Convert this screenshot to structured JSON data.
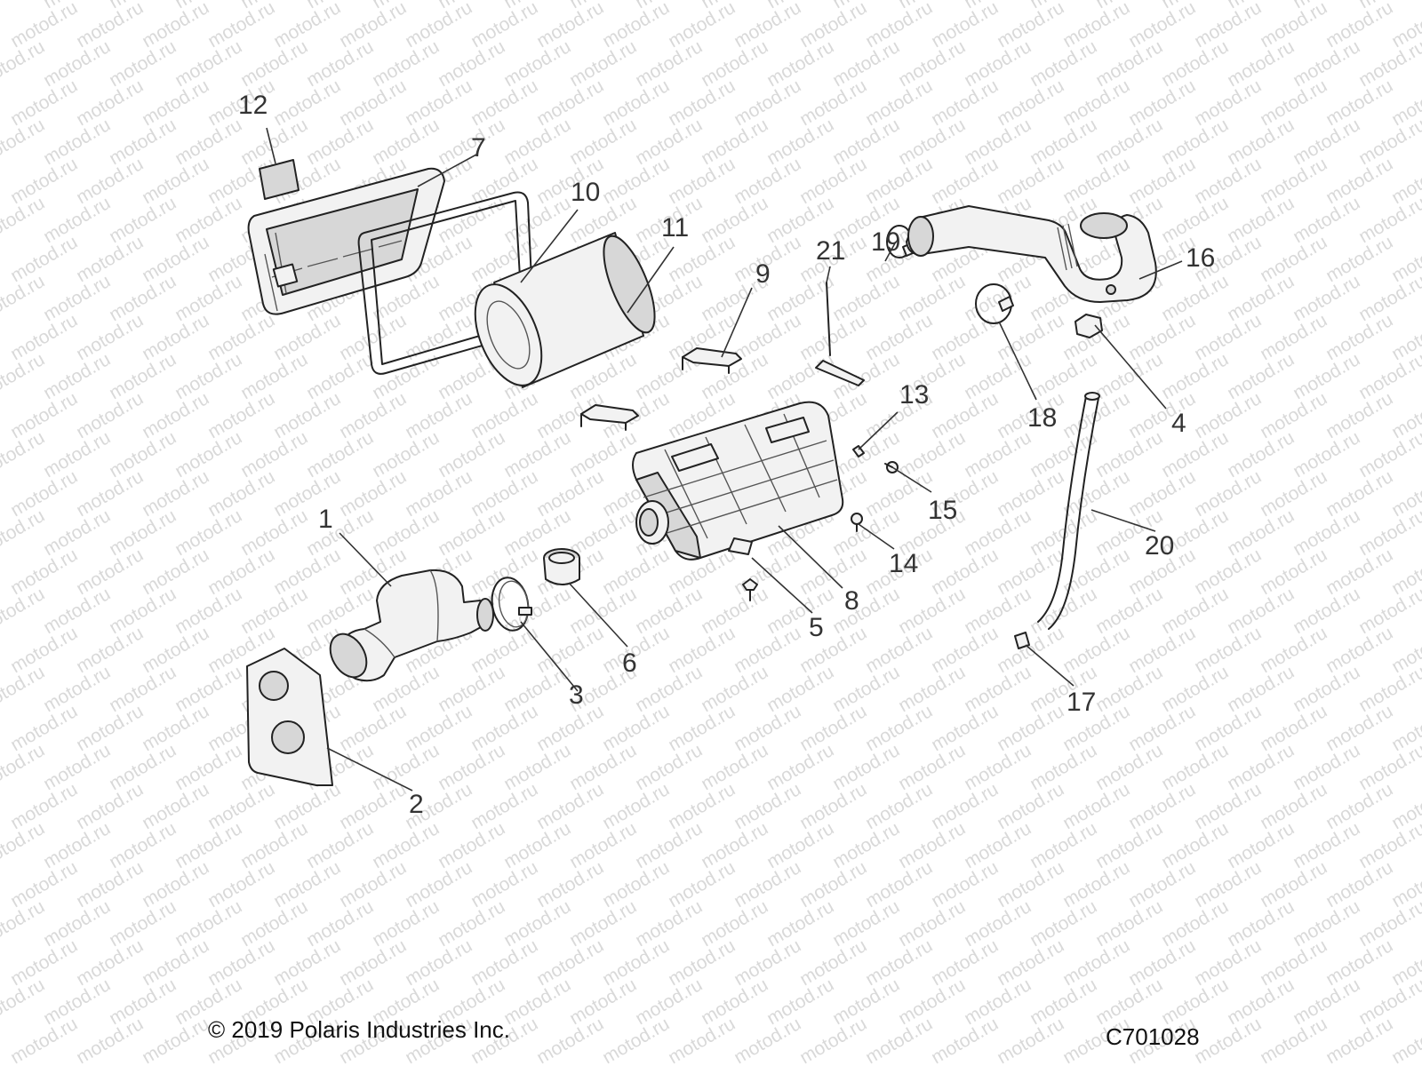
{
  "watermark": {
    "text": "motod.ru"
  },
  "callouts": [
    {
      "id": "1",
      "label": "1"
    },
    {
      "id": "2",
      "label": "2"
    },
    {
      "id": "3",
      "label": "3"
    },
    {
      "id": "4",
      "label": "4"
    },
    {
      "id": "5",
      "label": "5"
    },
    {
      "id": "6",
      "label": "6"
    },
    {
      "id": "7",
      "label": "7"
    },
    {
      "id": "8",
      "label": "8"
    },
    {
      "id": "9",
      "label": "9"
    },
    {
      "id": "10",
      "label": "10"
    },
    {
      "id": "11",
      "label": "11"
    },
    {
      "id": "12",
      "label": "12"
    },
    {
      "id": "13",
      "label": "13"
    },
    {
      "id": "14",
      "label": "14"
    },
    {
      "id": "15",
      "label": "15"
    },
    {
      "id": "16",
      "label": "16"
    },
    {
      "id": "17",
      "label": "17"
    },
    {
      "id": "18",
      "label": "18"
    },
    {
      "id": "19",
      "label": "19"
    },
    {
      "id": "20",
      "label": "20"
    },
    {
      "id": "21",
      "label": "21"
    }
  ],
  "footer": {
    "copyright": "© 2019 Polaris Industries Inc.",
    "diagram_code": "C701028"
  }
}
